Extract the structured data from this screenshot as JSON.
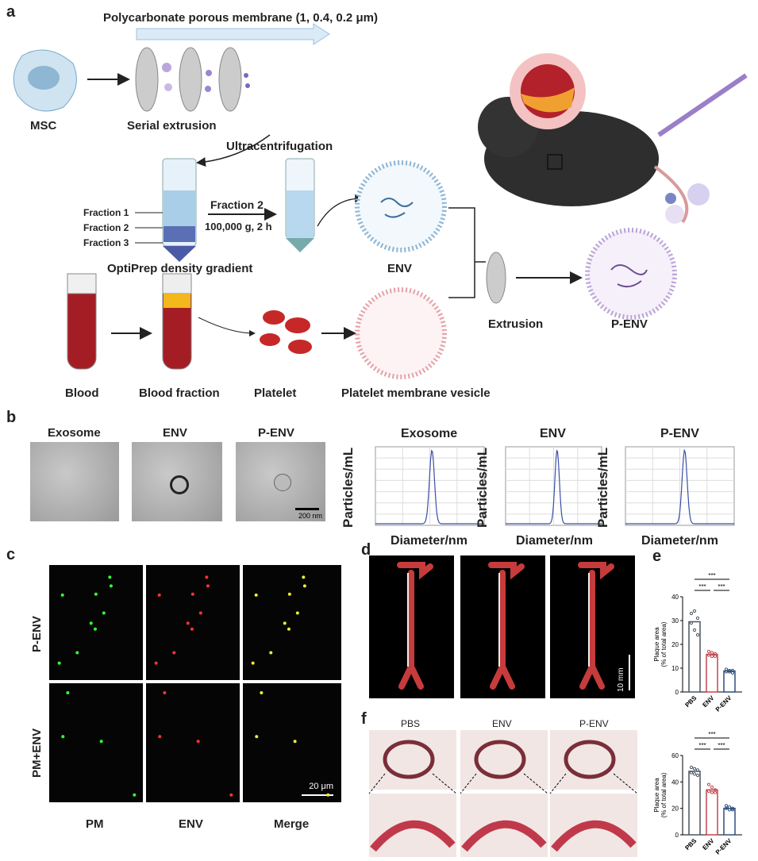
{
  "panel_labels": {
    "a": "a",
    "b": "b",
    "c": "c",
    "d": "d",
    "e": "e",
    "f": "f"
  },
  "a": {
    "membrane_title": "Polycarbonate porous membrane (1, 0.4, 0.2 μm)",
    "msc": "MSC",
    "serial_extrusion": "Serial extrusion",
    "ultracentrifugation": "Ultracentrifugation",
    "fractions": [
      "Fraction 1",
      "Fraction 2",
      "Fraction 3"
    ],
    "step_fraction": "Fraction 2",
    "step_condition": "100,000 g, 2 h",
    "optiprep": "OptiPrep density gradient",
    "env": "ENV",
    "blood": "Blood",
    "blood_fraction": "Blood fraction",
    "platelet": "Platelet",
    "pmv": "Platelet membrane vesicle",
    "extrusion": "Extrusion",
    "penv": "P-ENV"
  },
  "b": {
    "tem_labels": [
      "Exosome",
      "ENV",
      "P-ENV"
    ],
    "scale_bar": "200 nm",
    "nta_titles": [
      "Exosome",
      "ENV",
      "P-ENV"
    ],
    "ylabel": "Particles/mL",
    "xlabel": "Diameter/nm"
  },
  "c": {
    "rows": [
      "P-ENV",
      "PM+ENV"
    ],
    "cols": [
      "PM",
      "ENV",
      "Merge"
    ],
    "scale_bar": "20 μm"
  },
  "d": {
    "scale_bar": "10 mm"
  },
  "f": {
    "labels": [
      "PBS",
      "ENV",
      "P-ENV"
    ]
  },
  "colors": {
    "pbs": "#4a5560",
    "env": "#c0474f",
    "penv": "#2d4f7c"
  },
  "chart_data": [
    {
      "type": "bar",
      "title": "",
      "categories": [
        "PBS",
        "ENV",
        "P-ENV"
      ],
      "values": [
        29.5,
        15.8,
        8.8
      ],
      "points": [
        [
          33,
          34,
          31,
          29,
          26,
          24
        ],
        [
          17,
          16.5,
          16,
          15.5,
          15,
          15
        ],
        [
          9.5,
          9,
          9,
          8.5,
          8.5,
          8
        ]
      ],
      "ylabel": "Plaque area\n(% of total area)",
      "ylabel_lines": [
        "Plaque area",
        "(% of total area)"
      ],
      "ylim": [
        0,
        40
      ],
      "yticks": [
        0,
        10,
        20,
        30,
        40
      ],
      "significance": [
        "***",
        "***",
        "***"
      ]
    },
    {
      "type": "bar",
      "title": "",
      "categories": [
        "PBS",
        "ENV",
        "P-ENV"
      ],
      "values": [
        48,
        34,
        20
      ],
      "points": [
        [
          51,
          50,
          49,
          47,
          46,
          45
        ],
        [
          38,
          36,
          34,
          33,
          32,
          32
        ],
        [
          22,
          21,
          20,
          20,
          19,
          19
        ]
      ],
      "ylabel_lines": [
        "Plaque area",
        "(% of total area)"
      ],
      "ylim": [
        0,
        60
      ],
      "yticks": [
        0,
        20,
        40,
        60
      ],
      "significance": [
        "***",
        "***",
        "***"
      ]
    },
    {
      "type": "line",
      "title": "Exosome",
      "xlabel": "Diameter/nm",
      "ylabel": "Particles/mL",
      "xscale": "log",
      "xlim": [
        1,
        10000
      ],
      "peak_nm": 120
    },
    {
      "type": "line",
      "title": "ENV",
      "xlabel": "Diameter/nm",
      "ylabel": "Particles/mL",
      "xscale": "log",
      "xlim": [
        1,
        10000
      ],
      "peak_nm": 140
    },
    {
      "type": "line",
      "title": "P-ENV",
      "xlabel": "Diameter/nm",
      "ylabel": "Particles/mL",
      "xscale": "log",
      "xlim": [
        1,
        10000
      ],
      "peak_nm": 150
    }
  ]
}
